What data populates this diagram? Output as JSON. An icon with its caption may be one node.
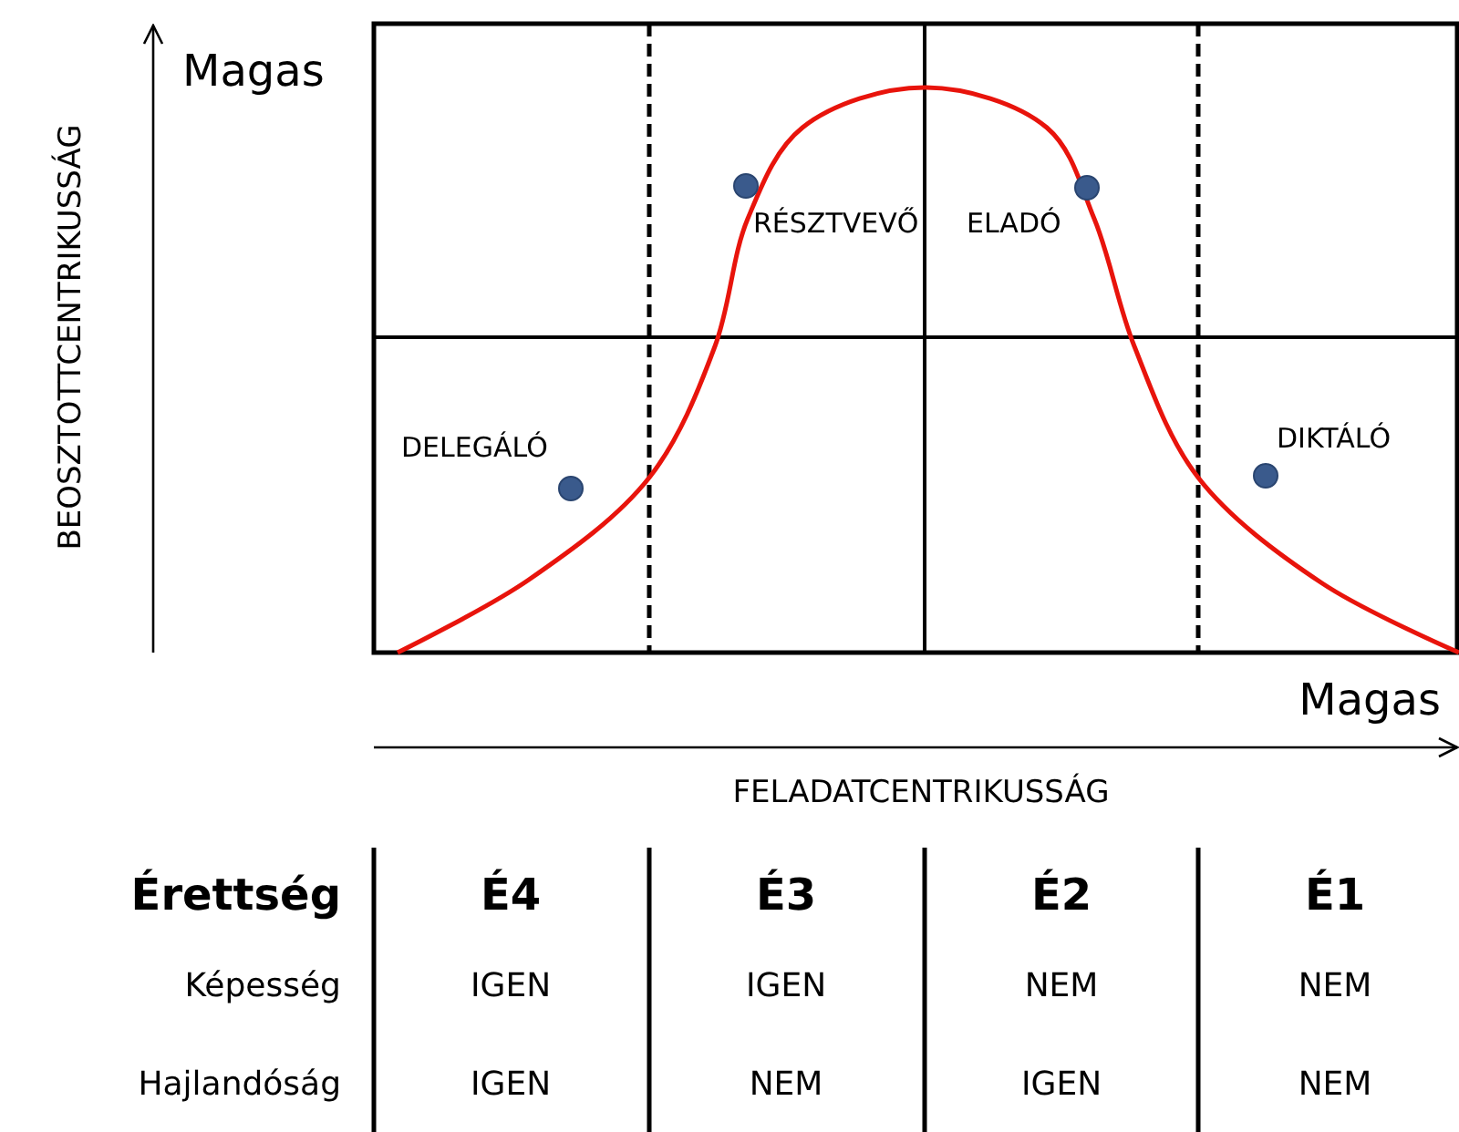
{
  "diagram": {
    "labels": [
      "Magas",
      "BEOSZTOTTCENTRIKUSSÁG",
      "RÉSZTVEVŐ",
      "ELADÓ",
      "DELEGÁLÓ",
      "DIKTÁLÓ",
      "Magas",
      "FELADATCENTRIKUSSÁG",
      "Érettség",
      "É4",
      "É3",
      "É2",
      "É1",
      "Képesség",
      "IGEN",
      "IGEN",
      "NEM",
      "NEM",
      "Hajlandóság",
      "IGEN",
      "NEM",
      "IGEN",
      "NEM"
    ]
  }
}
